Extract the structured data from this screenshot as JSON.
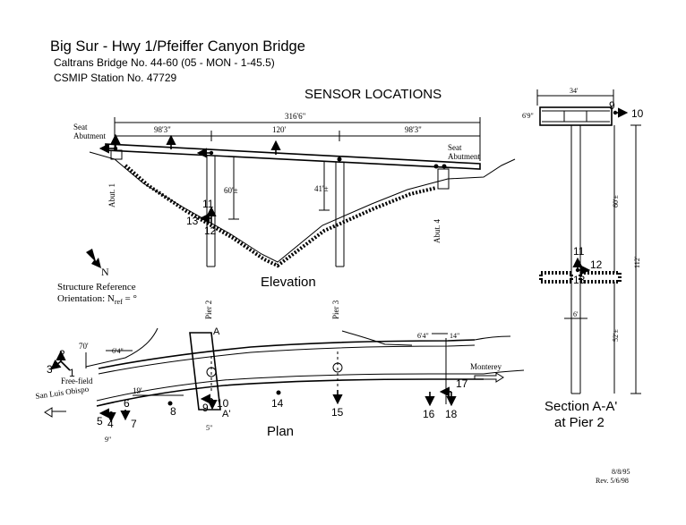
{
  "header": {
    "title": "Big Sur - Hwy 1/Pfeiffer Canyon Bridge",
    "line1": "Caltrans Bridge No. 44-60 (05 - MON - 1-45.5)",
    "line2": "CSMIP Station No. 47729"
  },
  "elevation": {
    "heading": "SENSOR LOCATIONS",
    "caption": "Elevation",
    "dim_total": "316'6\"",
    "dim_left": "98'3\"",
    "dim_mid": "120'",
    "dim_right": "98'3\"",
    "seat_left": "Seat\nAbutment",
    "seat_right": "Seat\nAbutment",
    "abut1": "Abut. 1",
    "abut4": "Abut. 4",
    "pier2": "Pier 2",
    "pier3": "Pier 3",
    "h_pier2": "60'±",
    "h_pier3": "41'±",
    "s11": "11",
    "s12": "12",
    "s13": "13"
  },
  "orientation": {
    "north": "N",
    "line1": "Structure Reference",
    "line2_prefix": "Orientation: N",
    "line2_sub": "ref",
    "line2_suffix": " = °"
  },
  "plan": {
    "caption": "Plan",
    "dim70": "70'",
    "dim64": "6'4\"",
    "dim64b": "6'4\"",
    "dim14": "14\"",
    "dim19": "19'",
    "dim5": "5\"",
    "dim9": "9\"",
    "section_a": "A",
    "section_a2": "A'",
    "free_field": "Free-field",
    "san_luis": "San Luis Obispo",
    "monterey": "Monterey",
    "sensors": {
      "s1": "1",
      "s2": "2",
      "s3": "3",
      "s4": "4",
      "s5": "5",
      "s6": "6",
      "s7": "7",
      "s8": "8",
      "s9": "9",
      "s10": "10",
      "s14": "14",
      "s15": "15",
      "s16": "16",
      "s17": "17",
      "s18": "18"
    }
  },
  "section": {
    "caption1": "Section A-A'",
    "caption2": "at Pier 2",
    "dim34": "34'",
    "dim69": "6'9\"",
    "dim60": "60'±",
    "dim112": "112'",
    "dim52": "52'±",
    "dim6": "6'",
    "s9": "9",
    "s10": "10",
    "s11": "11",
    "s12": "12",
    "s13": "13"
  },
  "footer": {
    "date1": "8/8/95",
    "date2": "Rev. 5/6/98"
  }
}
